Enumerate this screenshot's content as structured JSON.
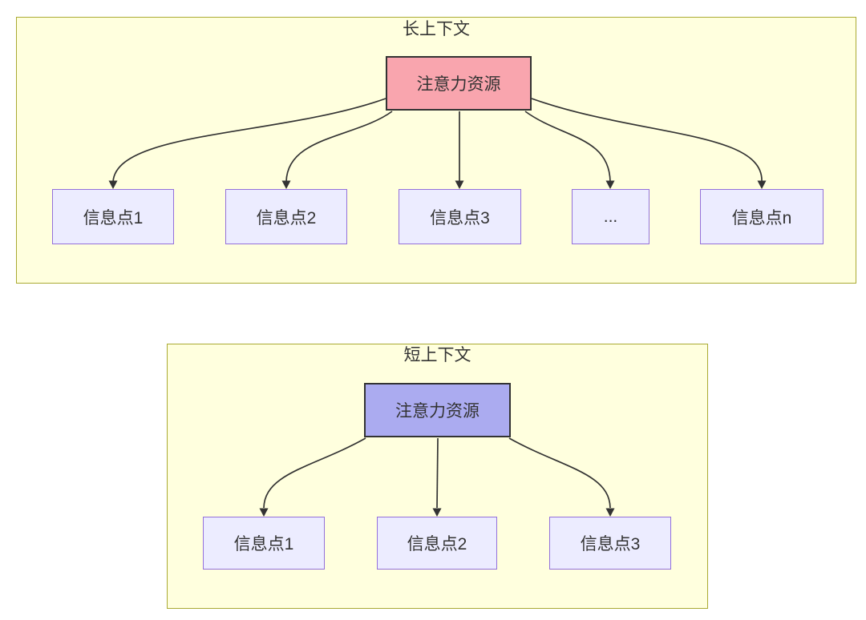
{
  "diagram": {
    "type": "flowchart",
    "clusters": [
      {
        "title": "长上下文",
        "attention": {
          "label": "注意力资源"
        },
        "nodes": [
          {
            "label": "信息点1"
          },
          {
            "label": "信息点2"
          },
          {
            "label": "信息点3"
          },
          {
            "label": "..."
          },
          {
            "label": "信息点n"
          }
        ]
      },
      {
        "title": "短上下文",
        "attention": {
          "label": "注意力资源"
        },
        "nodes": [
          {
            "label": "信息点1"
          },
          {
            "label": "信息点2"
          },
          {
            "label": "信息点3"
          }
        ]
      }
    ],
    "colors": {
      "cluster_fill": "#ffffde",
      "cluster_stroke": "#aaaa33",
      "info_node_fill": "#ececff",
      "info_node_stroke": "#9370db",
      "attention_long_fill": "#f9a5ae",
      "attention_short_fill": "#ababf0",
      "attention_stroke": "#333333",
      "edge_color": "#333333",
      "text_color": "#333333"
    }
  }
}
